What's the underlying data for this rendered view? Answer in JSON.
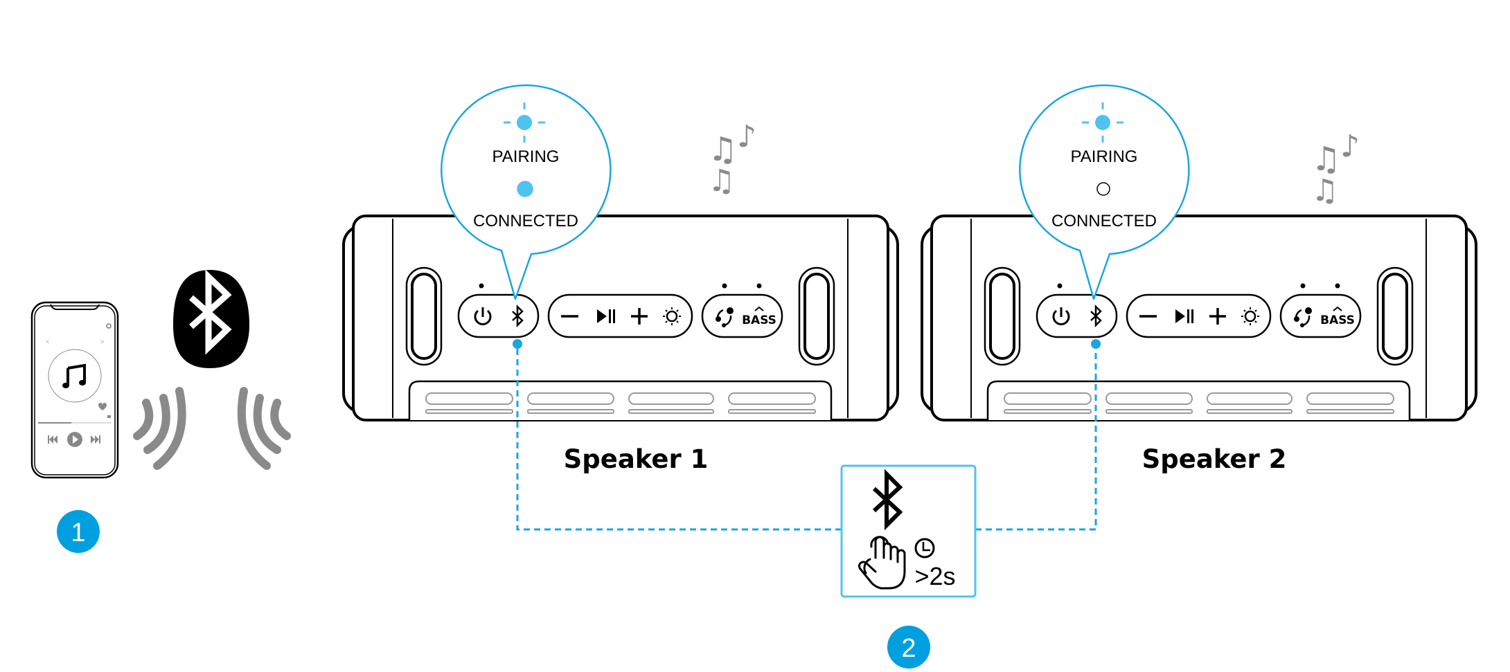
{
  "colors": {
    "accent_blue": "#00a0e0",
    "bubble_blue": "#1aa6e0",
    "led_blue": "#4fc3f0",
    "wave_grey": "#8a8a8a"
  },
  "steps": [
    {
      "number": "1"
    },
    {
      "number": "2"
    }
  ],
  "phone": {
    "icon": "music-note-icon"
  },
  "bluetooth_badge": {
    "icon": "bluetooth-icon"
  },
  "speakers": [
    {
      "label": "Speaker 1",
      "pairing_label": "PAIRING",
      "connected_label": "CONNECTED",
      "pairing_led": "blinking",
      "connected_led": "on",
      "buttons": {
        "bass": "BASS"
      }
    },
    {
      "label": "Speaker 2",
      "pairing_label": "PAIRING",
      "connected_label": "CONNECTED",
      "pairing_led": "blinking",
      "connected_led": "off",
      "buttons": {
        "bass": "BASS"
      }
    }
  ],
  "instruction_box": {
    "icons": [
      "bluetooth-icon",
      "press-hand-icon",
      "clock-icon"
    ],
    "duration": ">2s"
  }
}
